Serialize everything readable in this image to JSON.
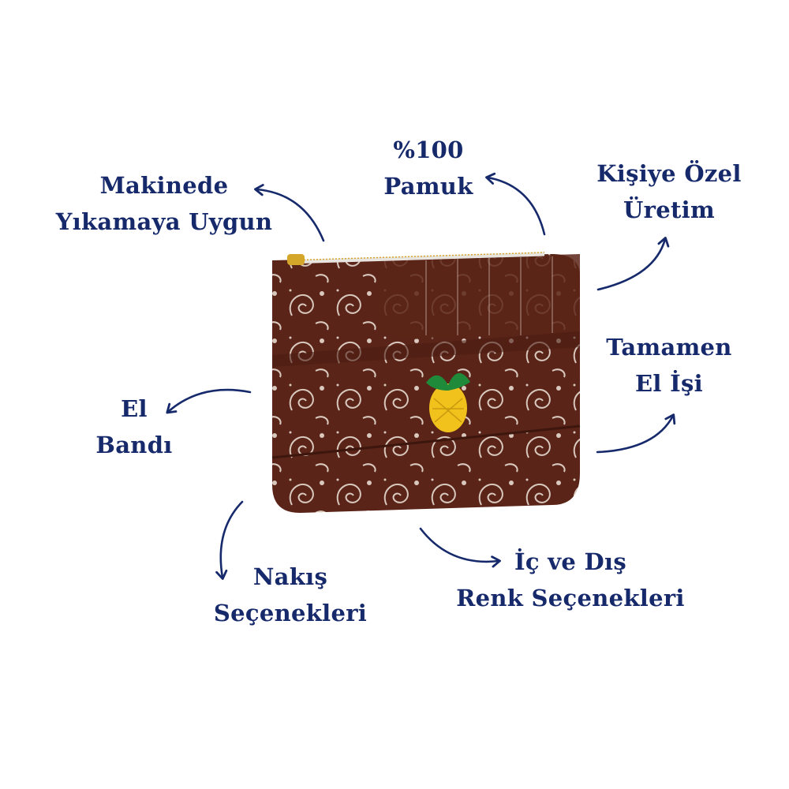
{
  "colors": {
    "text": "#16296b",
    "pouch": "#5a2418",
    "pattern": "#d9c8bd",
    "pineapple": "#f2c21c",
    "leaves": "#1f8a3a",
    "zipper": "#d4a62a"
  },
  "features": [
    {
      "id": "washable",
      "lines": [
        "Makinede",
        "Yıkamaya Uygun"
      ]
    },
    {
      "id": "cotton",
      "lines": [
        "%100",
        "Pamuk"
      ]
    },
    {
      "id": "personalized",
      "lines": [
        "Kişiye Özel",
        "Üretim"
      ]
    },
    {
      "id": "handmade",
      "lines": [
        "Tamamen",
        "El İşi"
      ]
    },
    {
      "id": "hand-strap",
      "lines": [
        "El",
        "Bandı"
      ]
    },
    {
      "id": "embroidery",
      "lines": [
        "Nakış",
        "Seçenekleri"
      ]
    },
    {
      "id": "colors",
      "lines": [
        "İç ve Dış",
        "Renk Seçenekleri"
      ]
    }
  ]
}
